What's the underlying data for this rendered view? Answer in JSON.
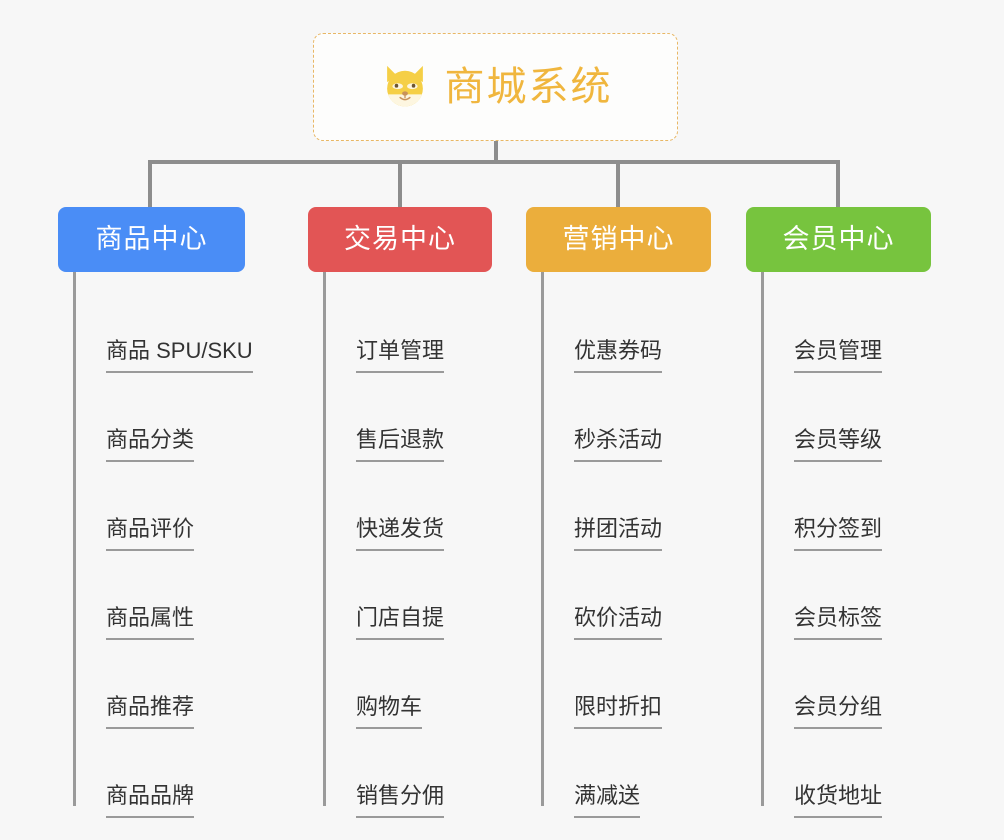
{
  "root": {
    "title": "商城系统",
    "icon": "shiba-dog-face-emoji",
    "border_color": "#e8b765",
    "text_color": "#f0b63e"
  },
  "canvas": {
    "background": "#f7f7f7",
    "connector_color": "#8d8d8d",
    "leaf_line_color": "#9a9a9a",
    "leaf_text_color": "#333333"
  },
  "categories": [
    {
      "label": "商品中心",
      "color": "#4a8df6",
      "items": [
        "商品 SPU/SKU",
        "商品分类",
        "商品评价",
        "商品属性",
        "商品推荐",
        "商品品牌"
      ]
    },
    {
      "label": "交易中心",
      "color": "#e25555",
      "items": [
        "订单管理",
        "售后退款",
        "快递发货",
        "门店自提",
        "购物车",
        "销售分佣"
      ]
    },
    {
      "label": "营销中心",
      "color": "#ebae3c",
      "items": [
        "优惠券码",
        "秒杀活动",
        "拼团活动",
        "砍价活动",
        "限时折扣",
        "满减送"
      ]
    },
    {
      "label": "会员中心",
      "color": "#77c43e",
      "items": [
        "会员管理",
        "会员等级",
        "积分签到",
        "会员标签",
        "会员分组",
        "收货地址"
      ]
    }
  ]
}
